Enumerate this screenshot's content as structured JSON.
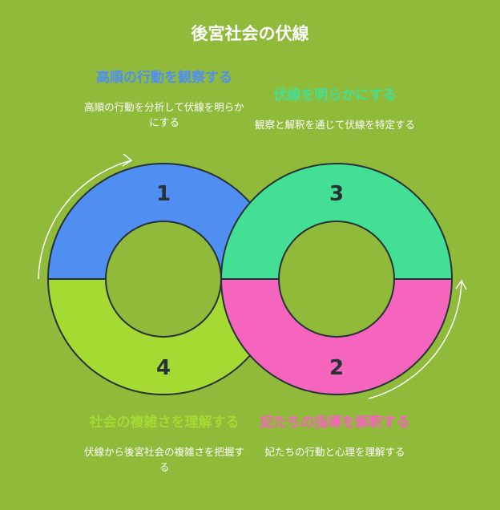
{
  "title": "後宮社会の伏線",
  "colors": {
    "background": "#8fba3a",
    "segment_1": "#4f8ff2",
    "segment_2": "#f564bd",
    "segment_3": "#42df94",
    "segment_4": "#a5da33",
    "outline": "#263238",
    "arrow": "#ffffff"
  },
  "steps": [
    {
      "number": "1",
      "heading": "高順の行動を観察する",
      "description": "高順の行動を分析して伏線を明らかにする",
      "color": "#4f8ff2"
    },
    {
      "number": "2",
      "heading": "妃たちの指導を解釈する",
      "description": "妃たちの行動と心理を理解する",
      "color": "#f564bd"
    },
    {
      "number": "3",
      "heading": "伏線を明らかにする",
      "description": "観察と解釈を通じて伏線を特定する",
      "color": "#42df94"
    },
    {
      "number": "4",
      "heading": "社会の複雑さを理解する",
      "description": "伏線から後宮社会の複雑さを把握する",
      "color": "#a5da33"
    }
  ]
}
